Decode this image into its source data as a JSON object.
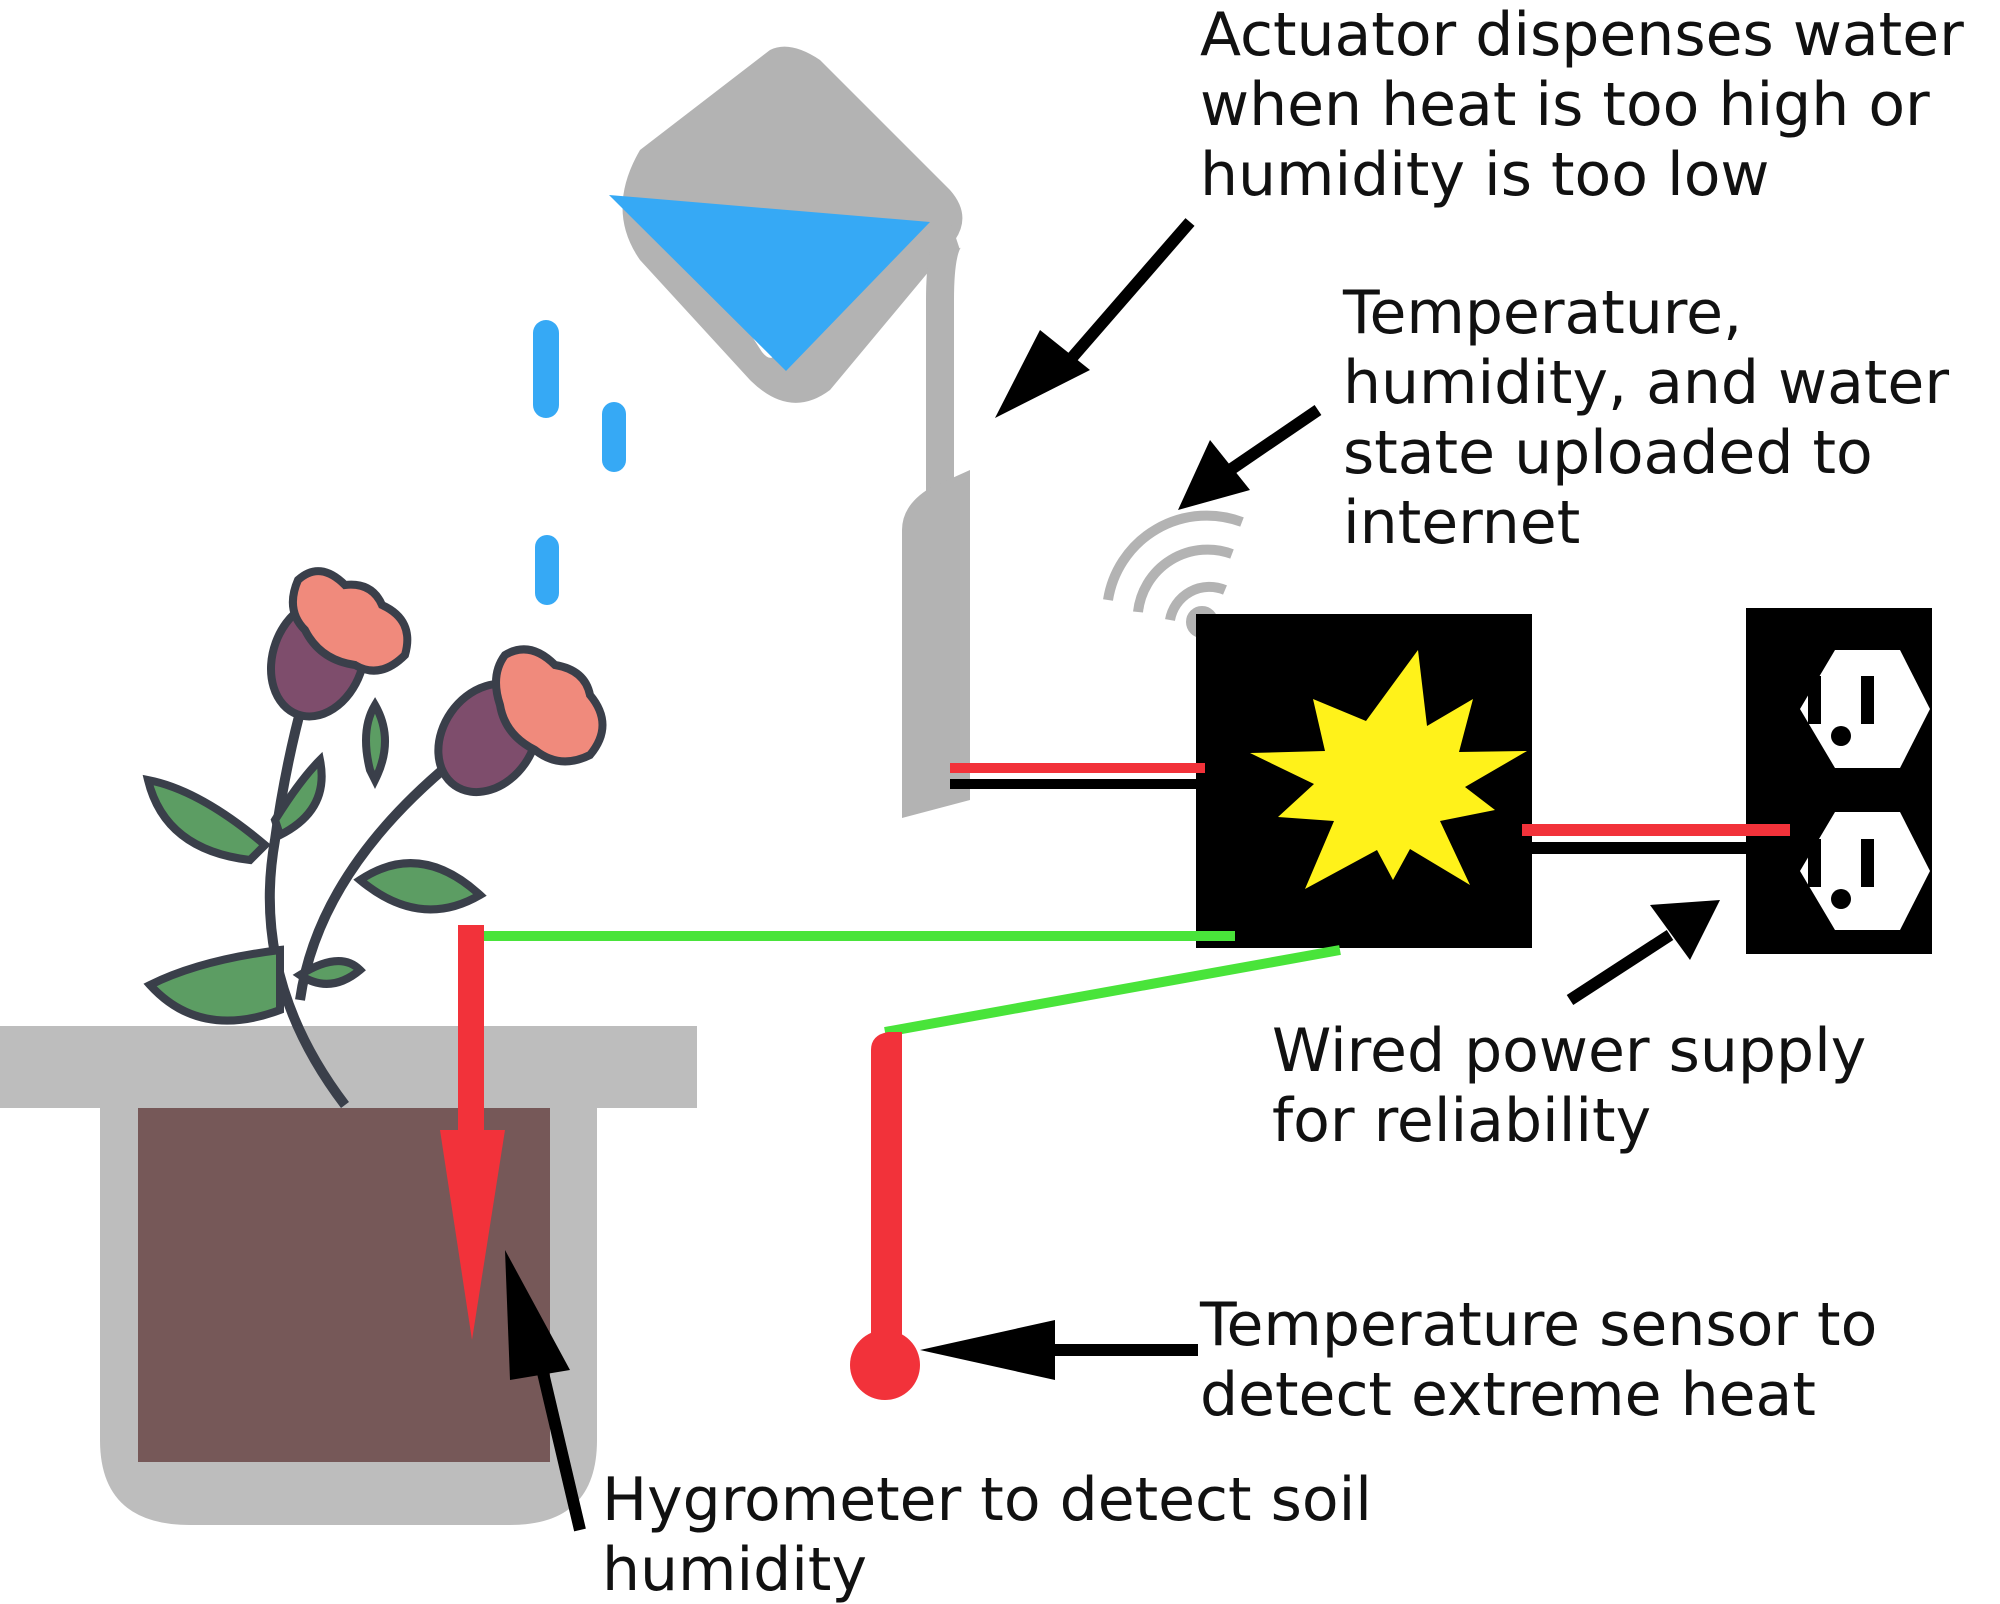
{
  "labels": {
    "actuator": [
      "Actuator dispenses water",
      "when heat is too high or",
      "humidity is too low"
    ],
    "upload": [
      "Temperature,",
      "humidity, and water",
      "state uploaded to",
      "internet"
    ],
    "power": [
      "Wired power supply",
      "for reliability"
    ],
    "temp_sensor": [
      "Temperature sensor to",
      "detect extreme heat"
    ],
    "hygrometer": [
      "Hygrometer to detect soil",
      "humidity"
    ]
  },
  "colors": {
    "pitcher": "#b3b3b3",
    "water": "#36a9f5",
    "soil": "#765858",
    "pot": "#bdbdbd",
    "wire_red": "#f2323a",
    "wire_green": "#49e43a",
    "controller": "#000000",
    "star": "#fff21a",
    "arrow": "#000000",
    "wifi": "#b3b3b3",
    "leaf": "#5c9d63",
    "bud": "#7e4d6c",
    "petal": "#f08a7c",
    "stem": "#3a3f4a"
  },
  "icons": [
    "water-pitcher-icon",
    "wifi-icon",
    "microcontroller-icon",
    "power-outlet-icon",
    "flower-icon",
    "plant-pot-icon"
  ]
}
